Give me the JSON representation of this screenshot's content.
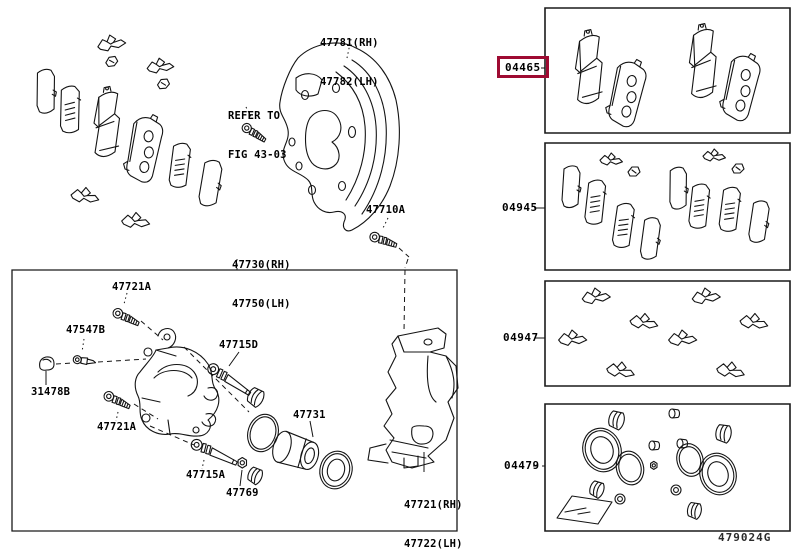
{
  "diagram": {
    "background": "#ffffff",
    "line_color": "#141414",
    "highlight_color": "#9e0b32",
    "drawing_code": "479024G",
    "figure_note": {
      "line1": "REFER TO",
      "line2": "FIG 43-03"
    },
    "parts": {
      "dust_shield_rh": "47781(RH)",
      "dust_shield_lh": "47782(LH)",
      "caliper_assy_rh": "47730(RH)",
      "caliper_assy_lh": "47750(LH)",
      "mounting_bracket_rh": "47721(RH)",
      "mounting_bracket_lh": "47722(LH)",
      "shield_bolt": "47710A",
      "mount_bolt_upper": "47721A",
      "mount_bolt_lower": "47721A",
      "bleeder_screw": "47547B",
      "bleeder_cap": "31478B",
      "slide_pin_upper": "47715D",
      "slide_pin_lower": "47715A",
      "piston": "47731",
      "pin_nut": "47769"
    },
    "kits": [
      {
        "id": "04465",
        "highlighted": true
      },
      {
        "id": "04945",
        "highlighted": false
      },
      {
        "id": "04947",
        "highlighted": false
      },
      {
        "id": "04479",
        "highlighted": false
      }
    ]
  }
}
